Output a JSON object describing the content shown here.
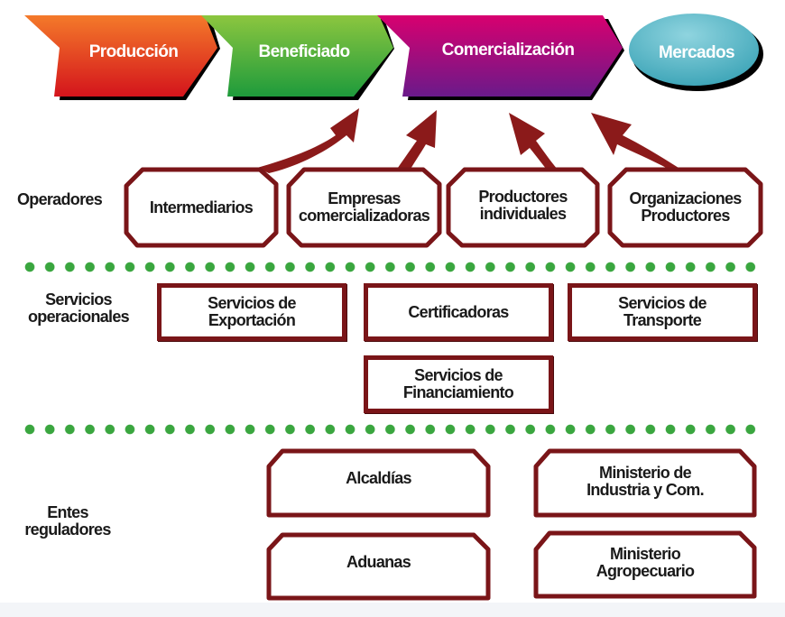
{
  "process_chain": {
    "stages": [
      {
        "label": "Producción",
        "color_top": "#f47a2a",
        "color_bottom": "#d4141c"
      },
      {
        "label": "Beneficiado",
        "color_top": "#8cc63f",
        "color_bottom": "#1e9b3c"
      },
      {
        "label": "Comercialización",
        "color_top": "#d8006f",
        "color_bottom": "#6a1a8a"
      }
    ],
    "end_node": {
      "label": "Mercados",
      "color": "#4fb3c4"
    }
  },
  "sections": {
    "operadores": {
      "label": "Operadores",
      "items": [
        {
          "lines": [
            "Intermediarios"
          ]
        },
        {
          "lines": [
            "Empresas",
            "comercializadoras"
          ]
        },
        {
          "lines": [
            "Productores",
            "individuales"
          ]
        },
        {
          "lines": [
            "Organizaciones",
            "Productores"
          ]
        }
      ]
    },
    "servicios": {
      "label_lines": [
        "Servicios",
        "operacionales"
      ],
      "items": [
        {
          "lines": [
            "Servicios de",
            "Exportación"
          ]
        },
        {
          "lines": [
            "Certificadoras"
          ]
        },
        {
          "lines": [
            "Servicios de",
            "Transporte"
          ]
        },
        {
          "lines": [
            "Servicios de",
            "Financiamiento"
          ]
        }
      ]
    },
    "entes": {
      "label_lines": [
        "Entes",
        "reguladores"
      ],
      "items": [
        {
          "lines": [
            "Alcaldías"
          ]
        },
        {
          "lines": [
            "Ministerio de",
            "Industria y Com."
          ]
        },
        {
          "lines": [
            "Aduanas"
          ]
        },
        {
          "lines": [
            "Ministerio",
            "Agropecuario"
          ]
        }
      ]
    }
  },
  "colors": {
    "box_border": "#7a1518",
    "arrow": "#8b1a1a",
    "separator_dots": "#3aa63f",
    "text": "#1a1a1a"
  }
}
